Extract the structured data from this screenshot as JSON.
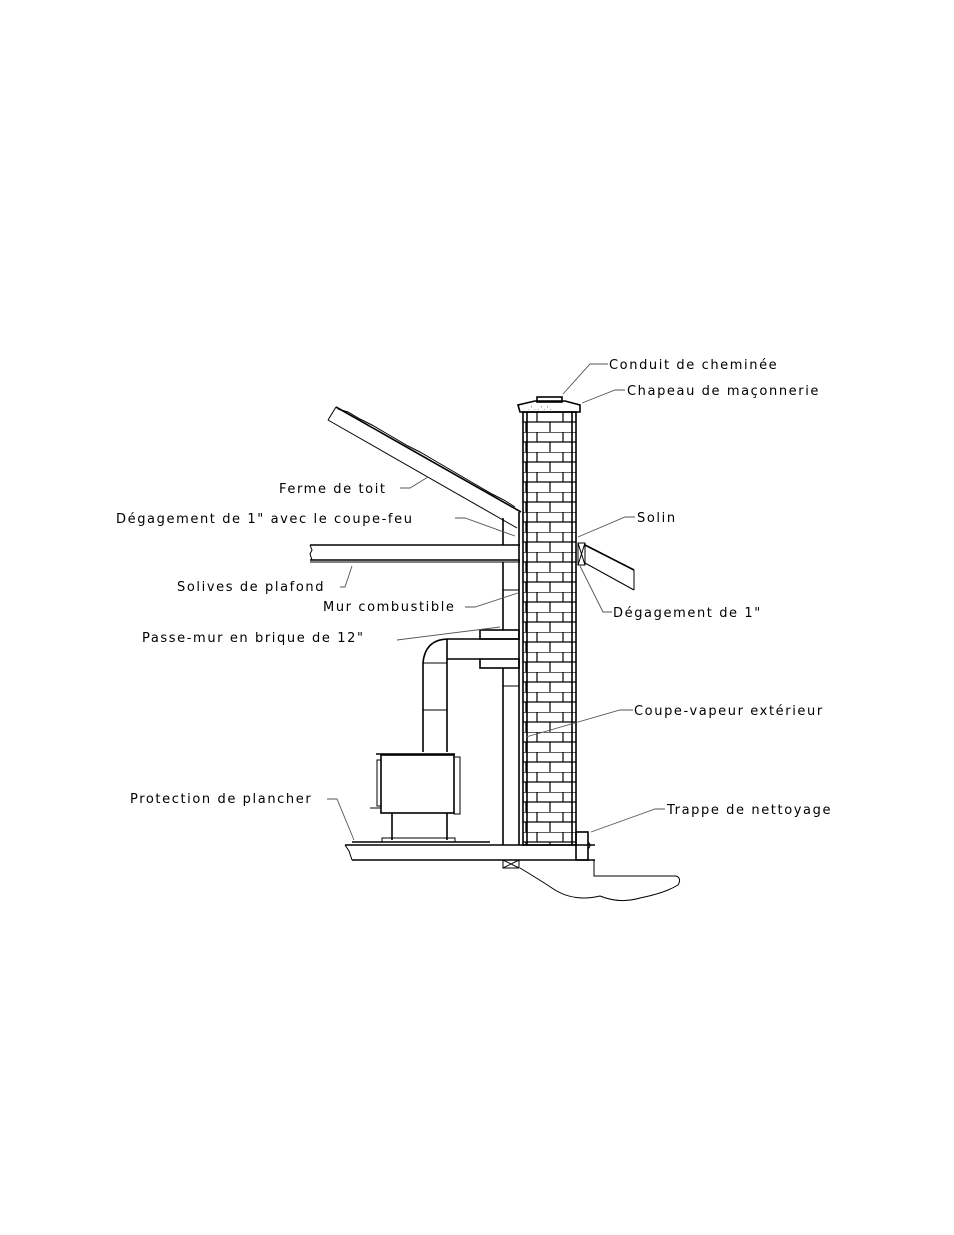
{
  "diagram": {
    "labels": {
      "conduit": "Conduit de cheminée",
      "chapeau": "Chapeau de maçonnerie",
      "ferme": "Ferme de toit",
      "degagement_coupe_feu": "Dégagement de 1\" avec le coupe-feu",
      "solin": "Solin",
      "solives": "Solives de plafond",
      "mur": "Mur combustible",
      "degagement": "Dégagement de 1\"",
      "passe_mur": "Passe-mur en brique de 12\"",
      "coupe_vapeur": "Coupe-vapeur extérieur",
      "protection": "Protection de plancher",
      "trappe": "Trappe de nettoyage"
    }
  }
}
